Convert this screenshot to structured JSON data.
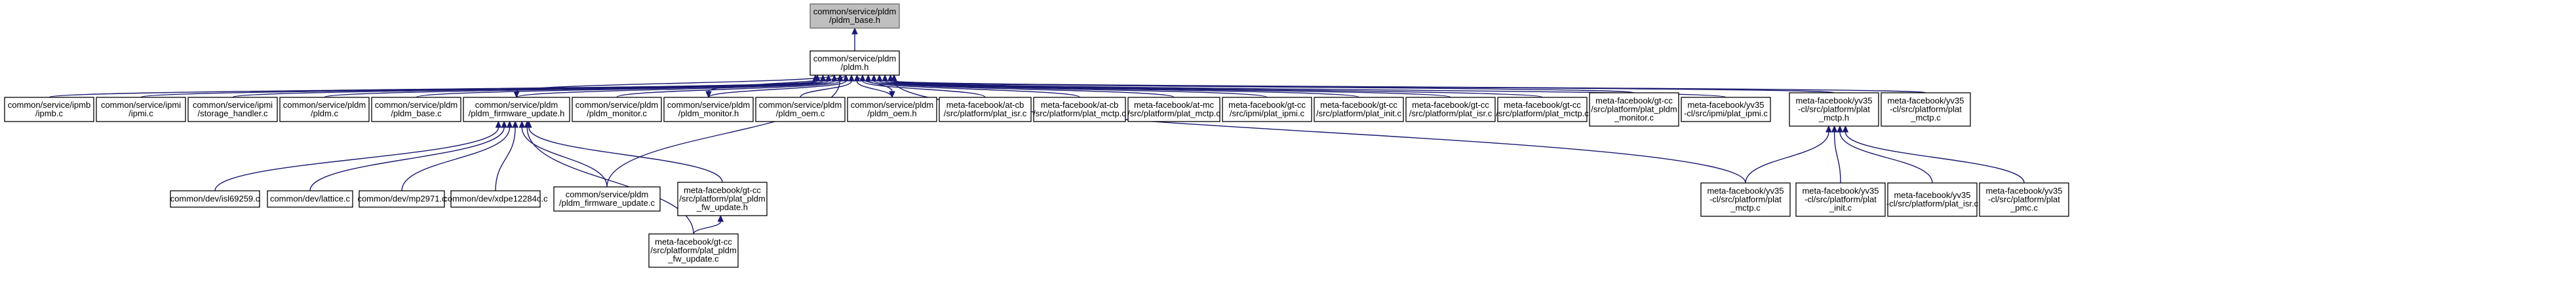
{
  "nodes": [
    {
      "id": "n0",
      "lines": [
        "common/service/pldm",
        "/pldm_base.h"
      ],
      "highlight": true,
      "interactable": false
    },
    {
      "id": "n1",
      "lines": [
        "common/service/pldm",
        "/pldm.h"
      ]
    },
    {
      "id": "n2",
      "lines": [
        "common/service/ipmb",
        "/ipmb.c"
      ]
    },
    {
      "id": "n3",
      "lines": [
        "common/service/ipmi",
        "/ipmi.c"
      ]
    },
    {
      "id": "n4",
      "lines": [
        "common/service/ipmi",
        "/storage_handler.c"
      ]
    },
    {
      "id": "n5",
      "lines": [
        "common/service/pldm",
        "/pldm.c"
      ]
    },
    {
      "id": "n6",
      "lines": [
        "common/service/pldm",
        "/pldm_base.c"
      ]
    },
    {
      "id": "n7",
      "lines": [
        "common/service/pldm",
        "/pldm_firmware_update.h"
      ]
    },
    {
      "id": "n8",
      "lines": [
        "common/service/pldm",
        "/pldm_monitor.c"
      ]
    },
    {
      "id": "n9",
      "lines": [
        "common/service/pldm",
        "/pldm_monitor.h"
      ]
    },
    {
      "id": "n10",
      "lines": [
        "common/service/pldm",
        "/pldm_oem.c"
      ]
    },
    {
      "id": "n11",
      "lines": [
        "common/service/pldm",
        "/pldm_oem.h"
      ]
    },
    {
      "id": "n12",
      "lines": [
        "meta-facebook/at-cb",
        "/src/platform/plat_isr.c"
      ]
    },
    {
      "id": "n13",
      "lines": [
        "meta-facebook/at-cb",
        "/src/platform/plat_mctp.c"
      ]
    },
    {
      "id": "n14",
      "lines": [
        "meta-facebook/at-mc",
        "/src/platform/plat_mctp.c"
      ]
    },
    {
      "id": "n15",
      "lines": [
        "meta-facebook/gt-cc",
        "/src/ipmi/plat_ipmi.c"
      ]
    },
    {
      "id": "n16",
      "lines": [
        "meta-facebook/gt-cc",
        "/src/platform/plat_init.c"
      ]
    },
    {
      "id": "n17",
      "lines": [
        "meta-facebook/gt-cc",
        "/src/platform/plat_isr.c"
      ]
    },
    {
      "id": "n18",
      "lines": [
        "meta-facebook/gt-cc",
        "/src/platform/plat_mctp.c"
      ]
    },
    {
      "id": "n19",
      "lines": [
        "meta-facebook/gt-cc",
        "/src/platform/plat_pldm",
        "_monitor.c"
      ]
    },
    {
      "id": "n20",
      "lines": [
        "meta-facebook/yv35",
        "-cl/src/ipmi/plat_ipmi.c"
      ]
    },
    {
      "id": "n21",
      "lines": [
        "meta-facebook/yv35",
        "-cl/src/platform/plat",
        "_mctp.h"
      ]
    },
    {
      "id": "n22",
      "lines": [
        "meta-facebook/yv35",
        "-cl/src/platform/plat",
        "_mctp.c"
      ]
    },
    {
      "id": "n23",
      "lines": [
        "common/dev/isl69259.c"
      ]
    },
    {
      "id": "n24",
      "lines": [
        "common/dev/lattice.c"
      ]
    },
    {
      "id": "n25",
      "lines": [
        "common/dev/mp2971.c"
      ]
    },
    {
      "id": "n26",
      "lines": [
        "common/dev/xdpe12284c.c"
      ]
    },
    {
      "id": "n27",
      "lines": [
        "common/service/pldm",
        "/pldm_firmware_update.c"
      ]
    },
    {
      "id": "n28",
      "lines": [
        "meta-facebook/gt-cc",
        "/src/platform/plat_pldm",
        "_fw_update.h"
      ]
    },
    {
      "id": "n29",
      "lines": [
        "meta-facebook/gt-cc",
        "/src/platform/plat_pldm",
        "_fw_update.c"
      ]
    },
    {
      "id": "n30",
      "lines": [
        "meta-facebook/yv35",
        "-cl/src/platform/plat",
        "_mctp.c"
      ]
    },
    {
      "id": "n31",
      "lines": [
        "meta-facebook/yv35",
        "-cl/src/platform/plat",
        "_init.c"
      ]
    },
    {
      "id": "n32",
      "lines": [
        "meta-facebook/yv35",
        "-cl/src/platform/plat_isr.c"
      ]
    },
    {
      "id": "n33",
      "lines": [
        "meta-facebook/yv35",
        "-cl/src/platform/plat",
        "_pmc.c"
      ]
    }
  ],
  "edges": [
    [
      "n1",
      "n0"
    ],
    [
      "n2",
      "n1"
    ],
    [
      "n3",
      "n1"
    ],
    [
      "n4",
      "n1"
    ],
    [
      "n5",
      "n1"
    ],
    [
      "n6",
      "n1"
    ],
    [
      "n7",
      "n1"
    ],
    [
      "n27",
      "n1"
    ],
    [
      "n8",
      "n1"
    ],
    [
      "n9",
      "n1"
    ],
    [
      "n10",
      "n1"
    ],
    [
      "n11",
      "n1"
    ],
    [
      "n12",
      "n1"
    ],
    [
      "n13",
      "n1"
    ],
    [
      "n14",
      "n1"
    ],
    [
      "n15",
      "n1"
    ],
    [
      "n16",
      "n1"
    ],
    [
      "n17",
      "n1"
    ],
    [
      "n18",
      "n1"
    ],
    [
      "n19",
      "n1"
    ],
    [
      "n20",
      "n1"
    ],
    [
      "n21",
      "n1"
    ],
    [
      "n30",
      "n1"
    ],
    [
      "n22",
      "n1"
    ],
    [
      "n1",
      "n7"
    ],
    [
      "n1",
      "n9"
    ],
    [
      "n1",
      "n11"
    ],
    [
      "n23",
      "n7"
    ],
    [
      "n24",
      "n7"
    ],
    [
      "n25",
      "n7"
    ],
    [
      "n26",
      "n7"
    ],
    [
      "n27",
      "n7"
    ],
    [
      "n28",
      "n7"
    ],
    [
      "n29",
      "n7"
    ],
    [
      "n29",
      "n28"
    ],
    [
      "n30",
      "n21"
    ],
    [
      "n31",
      "n21"
    ],
    [
      "n32",
      "n21"
    ],
    [
      "n33",
      "n21"
    ]
  ]
}
